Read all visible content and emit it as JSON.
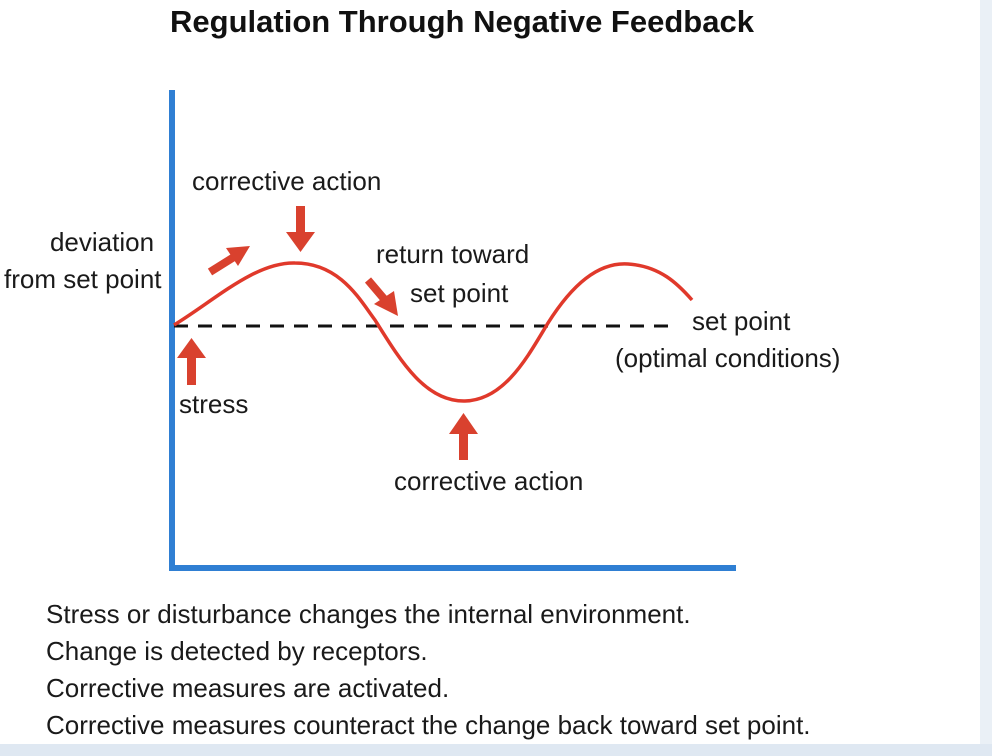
{
  "title": "Regulation Through Negative Feedback",
  "labels": {
    "corrective_action_top": "corrective action",
    "deviation_line1": "deviation",
    "deviation_line2": "from set point",
    "return_line1": "return toward",
    "return_line2": "set point",
    "set_point_line1": "set point",
    "set_point_line2": "(optimal conditions)",
    "stress": "stress",
    "corrective_action_bottom": "corrective action"
  },
  "notes": [
    "Stress or disturbance changes the internal environment.",
    "Change is detected by receptors.",
    "Corrective measures are activated.",
    "Corrective measures counteract the change back toward set point."
  ],
  "colors": {
    "axis": "#2f7fd3",
    "curve": "#e0392b",
    "arrow": "#d9412e",
    "set_point_line": "#111111",
    "text": "#1a1a1a"
  }
}
